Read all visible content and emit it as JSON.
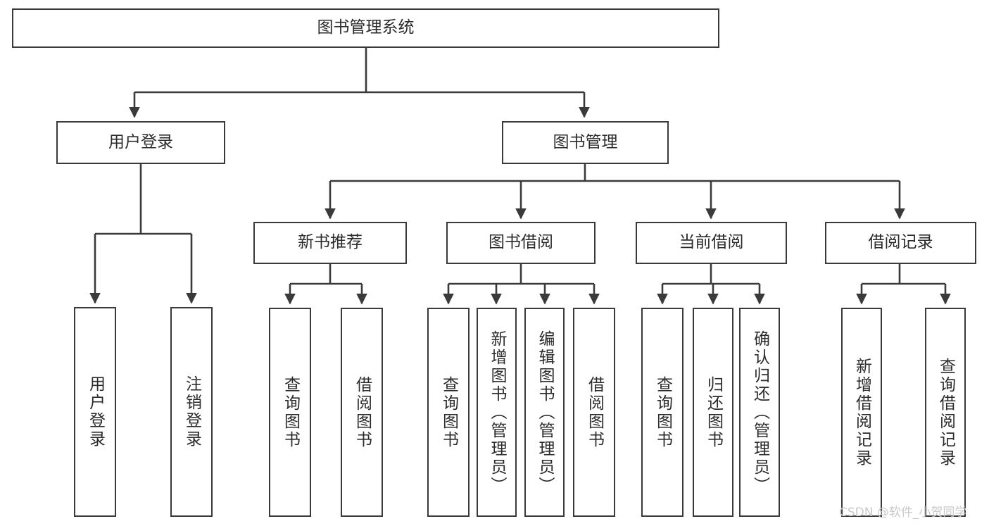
{
  "diagram": {
    "title_node": {
      "label": "图书管理系统"
    },
    "level2": [
      {
        "label": "用户登录"
      },
      {
        "label": "图书管理"
      }
    ],
    "level3": [
      {
        "label": "新书推荐"
      },
      {
        "label": "图书借阅"
      },
      {
        "label": "当前借阅"
      },
      {
        "label": "借阅记录"
      }
    ],
    "leaves": {
      "user_login": [
        {
          "label": "用户登录"
        },
        {
          "label": "注销登录"
        }
      ],
      "new_book_recommend": [
        {
          "label": "查询图书"
        },
        {
          "label": "借阅图书"
        }
      ],
      "book_borrow": [
        {
          "label": "查询图书"
        },
        {
          "label": "新增图书（管理员）"
        },
        {
          "label": "编辑图书（管理员）"
        },
        {
          "label": "借阅图书"
        }
      ],
      "current_borrow": [
        {
          "label": "查询图书"
        },
        {
          "label": "归还图书"
        },
        {
          "label": "确认归还（管理员）"
        }
      ],
      "borrow_record": [
        {
          "label": "新增借阅记录"
        },
        {
          "label": "查询借阅记录"
        }
      ]
    }
  },
  "watermark": {
    "text": "CSDN @软件_小贺同学"
  },
  "colors": {
    "background": "#ffffff",
    "box_stroke": "#3a3a3a",
    "box_fill": "#ffffff",
    "text": "#2b2b2b",
    "watermark": "#c9c9c9"
  }
}
